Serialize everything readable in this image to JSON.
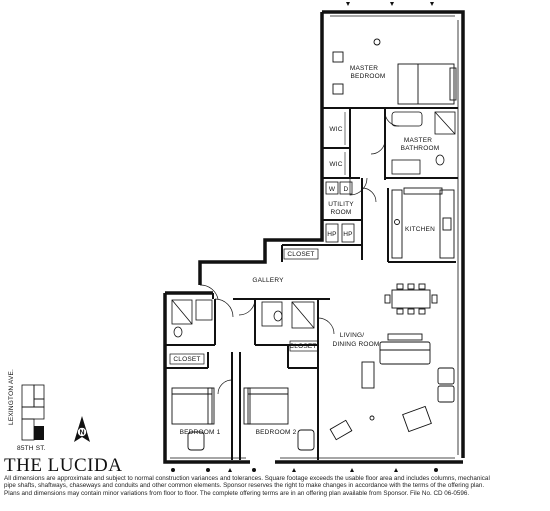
{
  "title": "THE LUCIDA",
  "rooms": {
    "master_bedroom": [
      "MASTER",
      "BEDROOM"
    ],
    "master_bathroom": [
      "MASTER",
      "BATHROOM"
    ],
    "wic_1": "WIC",
    "wic_2": "WIC",
    "washer": "W",
    "dryer": "D",
    "utility_room": [
      "UTILITY",
      "ROOM"
    ],
    "hp_1": "HP",
    "hp_2": "HP",
    "kitchen": "KITCHEN",
    "closet_hall": "CLOSET",
    "gallery": "GALLERY",
    "closet_bedroom1": "CLOSET",
    "closet_bedroom2": "CLOSET",
    "living_dining": [
      "LIVING/",
      "DINING ROOM"
    ],
    "bedroom_1": "BEDROOM 1",
    "bedroom_2": "BEDROOM 2"
  },
  "key_plan": {
    "street_vertical": "LEXINGTON AVE.",
    "street_horizontal": "85TH ST.",
    "compass": "N"
  },
  "disclaimer": [
    "All dimensions are approximate and subject to normal construction variances and tolerances. Square footage exceeds the usable floor area and includes columns, mechanical",
    "pipe shafts, shaftways, chaseways and conduits and other common elements. Sponsor reserves the right to make changes in accordance with the terms of the offering plan.",
    "Plans and dimensions may contain minor variations from floor to floor. The complete offering terms are in an offering plan available from Sponsor. File No. CD 06-0596."
  ]
}
